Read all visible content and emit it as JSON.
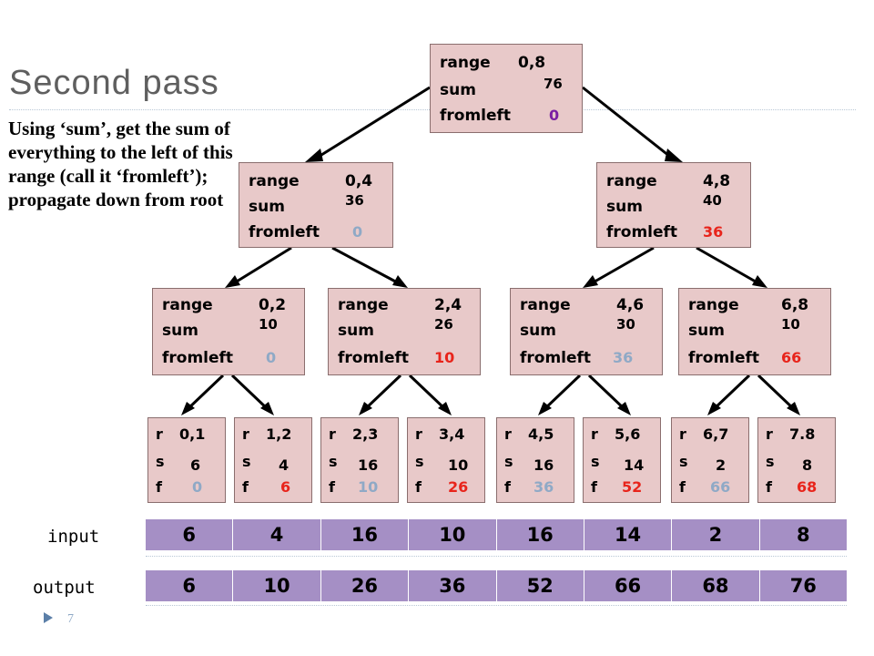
{
  "title": "Second pass",
  "description": "Using ‘sum’, get the sum of everything to the left of this range (call it ‘fromleft’); propagate down from root",
  "labels": {
    "range": "range",
    "sum": "sum",
    "fromleft": "fromleft",
    "r": "r",
    "s": "s",
    "f": "f"
  },
  "tree": {
    "root": {
      "range": "0,8",
      "sum": "76",
      "fromleft": "0"
    },
    "level1": [
      {
        "range": "0,4",
        "sum": "36",
        "fromleft": "0"
      },
      {
        "range": "4,8",
        "sum": "40",
        "fromleft": "36"
      }
    ],
    "level2": [
      {
        "range": "0,2",
        "sum": "10",
        "fromleft": "0"
      },
      {
        "range": "2,4",
        "sum": "26",
        "fromleft": "10"
      },
      {
        "range": "4,6",
        "sum": "30",
        "fromleft": "36"
      },
      {
        "range": "6,8",
        "sum": "10",
        "fromleft": "66"
      }
    ],
    "leaves": [
      {
        "range": "0,1",
        "sum": "6",
        "fromleft": "0"
      },
      {
        "range": "1,2",
        "sum": "4",
        "fromleft": "6"
      },
      {
        "range": "2,3",
        "sum": "16",
        "fromleft": "10"
      },
      {
        "range": "3,4",
        "sum": "10",
        "fromleft": "26"
      },
      {
        "range": "4,5",
        "sum": "16",
        "fromleft": "36"
      },
      {
        "range": "5,6",
        "sum": "14",
        "fromleft": "52"
      },
      {
        "range": "6,7",
        "sum": "2",
        "fromleft": "66"
      },
      {
        "range": "7.8",
        "sum": "8",
        "fromleft": "68"
      }
    ]
  },
  "input": {
    "label": "input",
    "values": [
      "6",
      "4",
      "16",
      "10",
      "16",
      "14",
      "2",
      "8"
    ]
  },
  "output": {
    "label": "output",
    "values": [
      "6",
      "10",
      "26",
      "36",
      "52",
      "66",
      "68",
      "76"
    ]
  },
  "page_number": "7",
  "colors": {
    "node_fill": "#e8c9c9",
    "array_fill": "#a58fc5",
    "red": "#e8241b",
    "blue": "#8fa9c6",
    "purple": "#7a1fa2"
  }
}
